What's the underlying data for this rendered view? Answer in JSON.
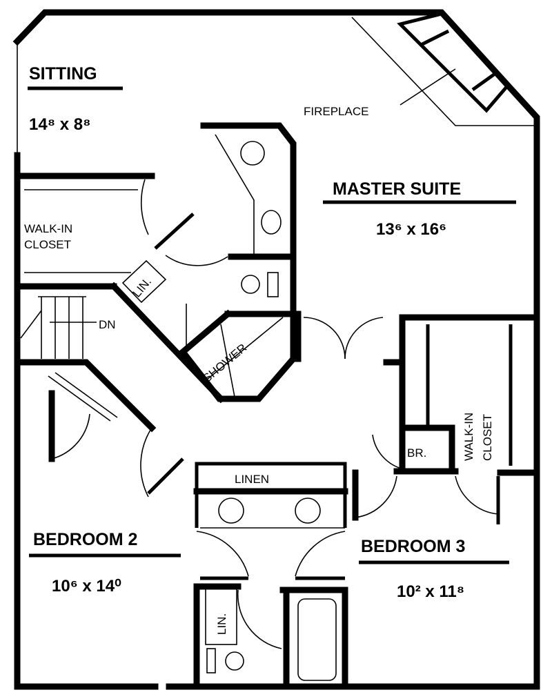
{
  "title": "Upper Floor Plan",
  "rooms": {
    "sitting": {
      "name": "SITTING",
      "size": "14⁸ x 8⁸"
    },
    "master_suite": {
      "name": "MASTER SUITE",
      "size": "13⁶ x 16⁶"
    },
    "bedroom2": {
      "name": "BEDROOM 2",
      "size": "10⁶ x 14⁰"
    },
    "bedroom3": {
      "name": "BEDROOM 3",
      "size": "10² x 11⁸"
    }
  },
  "labels": {
    "fireplace": "FIREPLACE",
    "walkin_closet_1": "WALK-IN",
    "walkin_closet_1b": "CLOSET",
    "walkin_closet_2": "WALK-IN",
    "walkin_closet_2b": "CLOSET",
    "lin_master": "LIN.",
    "shower": "SHOWER",
    "down": "DN",
    "linen": "LINEN",
    "br": "BR.",
    "lin_bath": "LIN."
  }
}
